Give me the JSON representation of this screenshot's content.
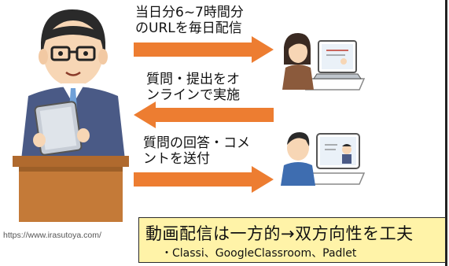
{
  "arrows": [
    {
      "text_line1": "当日分6~7時間分",
      "text_line2": "のURLを毎日配信",
      "direction": "right"
    },
    {
      "text_line1": "質問・提出をオ",
      "text_line2": "ンラインで実施",
      "direction": "left"
    },
    {
      "text_line1": "質問の回答・コメ",
      "text_line2": "ントを送付",
      "direction": "right"
    }
  ],
  "credit": "https://www.irasutoya.com/",
  "summary": {
    "main": "動画配信は一方的→双方向性を工夫",
    "sub": "・Classi、GoogleClassroom、Padlet"
  },
  "colors": {
    "arrow": "#ed7d31",
    "box_fill": "#fff3a8",
    "suit": "#4a5a86"
  }
}
